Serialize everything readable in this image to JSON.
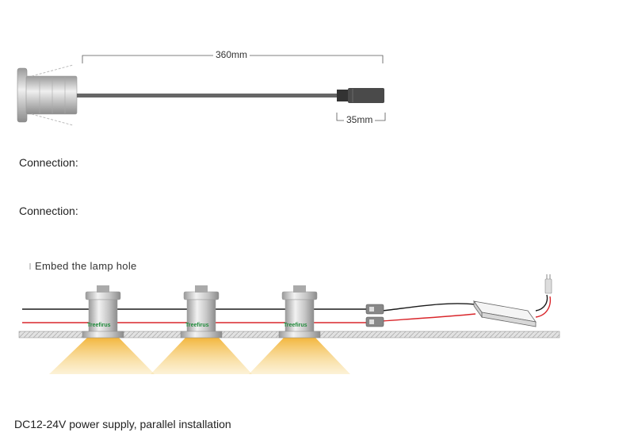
{
  "top_diagram": {
    "cable_length": "360mm",
    "connector_length": "35mm"
  },
  "connection_labels": [
    "Connection:",
    "Connection:"
  ],
  "install_diagram": {
    "caption": "Embed the lamp hole",
    "brand": "Treefirus",
    "footer": "DC12-24V power supply, parallel installation"
  },
  "colors": {
    "cable": "#666666",
    "wire_red": "#d9262b",
    "wire_black": "#1a1a1a",
    "light": "#f2b233",
    "ceiling": "#c9c9c9"
  }
}
